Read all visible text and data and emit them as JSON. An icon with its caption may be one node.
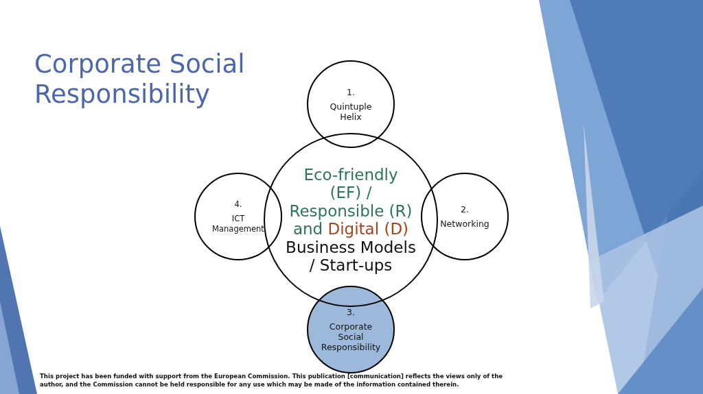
{
  "diagram": {
    "title": "Corporate Social Responsibility",
    "nodes": [
      {
        "text": [
          "1.",
          "Quintuple Helix"
        ]
      },
      {
        "text": [
          "4.",
          "ICT Management"
        ]
      },
      {
        "text": [
          "Eco-friendly (EF) / Responsible (R) and",
          "Digital (D)",
          "Business Models / Start-ups"
        ]
      },
      {
        "text": [
          "2.",
          "Networking"
        ]
      },
      {
        "text": [
          "3.",
          "Corporate Social Responsibility"
        ]
      }
    ],
    "labels": [
      "This project has been funded with support from the European Commission. This publication [communication] reflects the views only of the author, and the Commission cannot be held responsible for any use which may be made of the information contained therein."
    ]
  }
}
